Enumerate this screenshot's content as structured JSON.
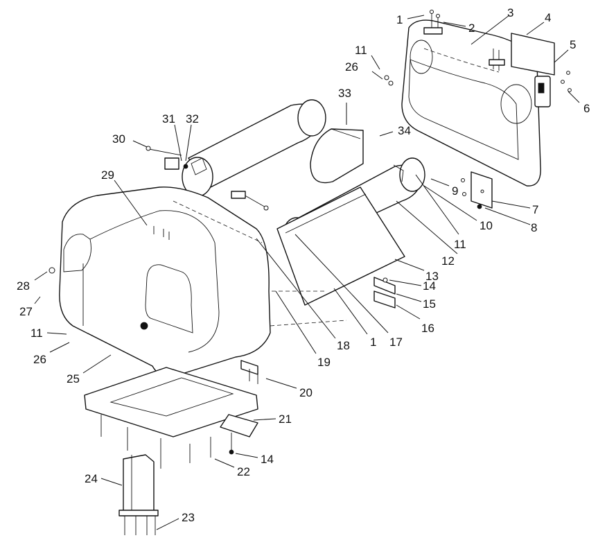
{
  "callouts": {
    "c1a": "1",
    "c2": "2",
    "c3": "3",
    "c4": "4",
    "c5": "5",
    "c6": "6",
    "c11a": "11",
    "c26a": "26",
    "c33": "33",
    "c34": "34",
    "c31": "31",
    "c32": "32",
    "c30": "30",
    "c29": "29",
    "c9": "9",
    "c7": "7",
    "c10": "10",
    "c8": "8",
    "c11b": "11",
    "c12": "12",
    "c13": "13",
    "c14a": "14",
    "c15": "15",
    "c16": "16",
    "c17": "17",
    "c1b": "1",
    "c28": "28",
    "c27": "27",
    "c11c": "11",
    "c26b": "26",
    "c18": "18",
    "c19": "19",
    "c25": "25",
    "c20": "20",
    "c21": "21",
    "c14b": "14",
    "c22": "22",
    "c24": "24",
    "c23": "23"
  }
}
